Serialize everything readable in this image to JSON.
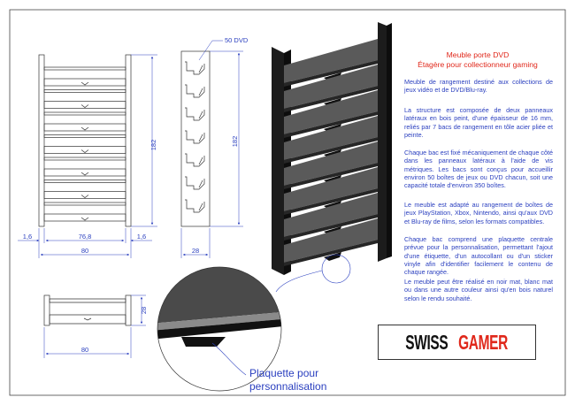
{
  "title": {
    "line1": "Meuble porte DVD",
    "line2": "Étagère pour collectionneur gaming"
  },
  "description": [
    "Meuble de rangement destiné aux collections de jeux vidéo et de DVD/Blu-ray.",
    "La structure est composée de deux panneaux latéraux en bois peint, d'une épaisseur de 16 mm, reliés par 7 bacs de rangement en tôle acier pliée et peinte.",
    "Chaque bac est fixé mécaniquement de chaque côté dans les panneaux latéraux à l'aide de vis métriques. Les bacs sont conçus pour accueillir environ 50 boîtes de jeux ou DVD chacun, soit une capacité totale d'environ 350 boîtes.",
    "Le meuble est adapté au rangement de boîtes de jeux PlayStation, Xbox, Nintendo, ainsi qu'aux DVD et Blu-ray de films, selon les formats compatibles.",
    "Chaque bac comprend une plaquette centrale prévue pour la personnalisation, permettant l'ajout d'une étiquette, d'un autocollant ou d'un sticker vinyle afin d'identifier facilement le contenu de chaque rangée.",
    "Le meuble peut être réalisé en noir mat, blanc mat ou dans une autre couleur ainsi qu'en bois naturel selon le rendu souhaité."
  ],
  "logo": {
    "part1": "SWISS",
    "part2": "GAMER"
  },
  "dimensions": {
    "front_height": "182",
    "front_side_left": "1,6",
    "front_inner": "76,8",
    "front_side_right": "1,6",
    "front_width": "80",
    "side_height": "182",
    "side_depth": "28",
    "side_capacity": "50 DVD",
    "top_depth": "28",
    "top_width": "80"
  },
  "callout": {
    "line1": "Plaquette pour",
    "line2": "personnalisation"
  },
  "colors": {
    "dimension": "#2a3fbf",
    "title": "#e0281b",
    "furniture": "#1f1f1f",
    "shelf": "#5a5a5a"
  }
}
